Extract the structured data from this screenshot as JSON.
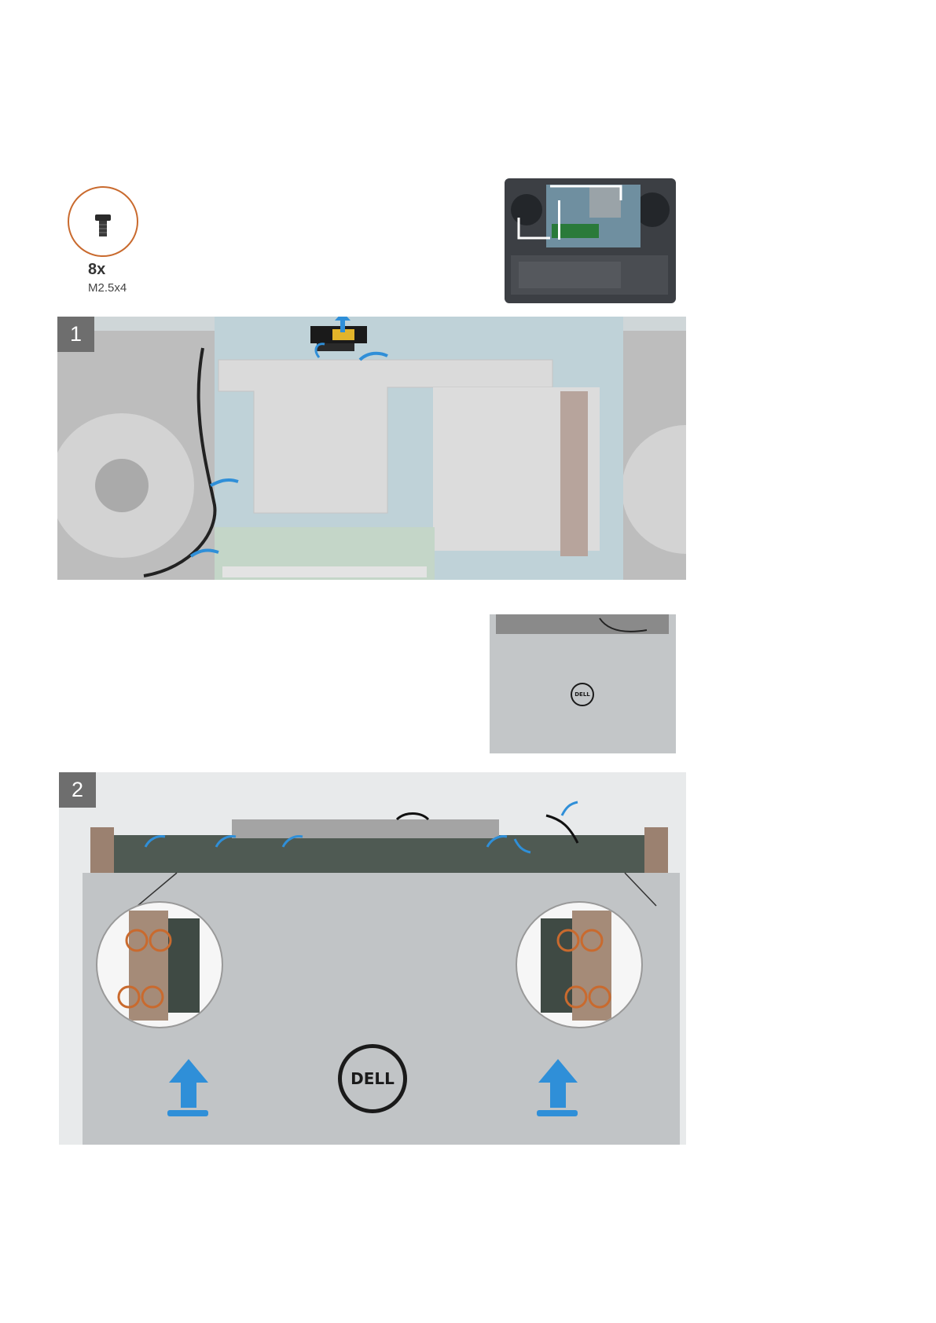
{
  "screw": {
    "quantity": "8x",
    "spec": "M2.5x4"
  },
  "steps": [
    {
      "number": "1"
    },
    {
      "number": "2"
    }
  ],
  "brand_logo_text": "DELL",
  "colors": {
    "arrow": "#2f8fd8",
    "screw_ring": "#c96a2e",
    "badge": "#6e6e6e"
  }
}
